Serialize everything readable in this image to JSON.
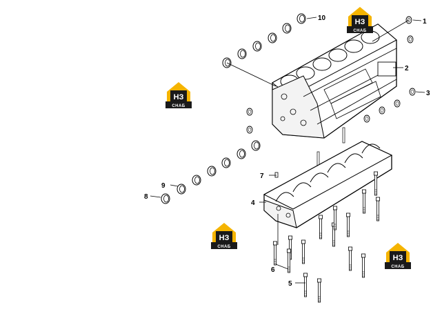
{
  "diagram": {
    "callouts": [
      {
        "id": "1",
        "label": "1"
      },
      {
        "id": "2",
        "label": "2"
      },
      {
        "id": "3",
        "label": "3"
      },
      {
        "id": "4",
        "label": "4"
      },
      {
        "id": "5",
        "label": "5"
      },
      {
        "id": "6",
        "label": "6"
      },
      {
        "id": "7",
        "label": "7"
      },
      {
        "id": "8",
        "label": "8"
      },
      {
        "id": "9",
        "label": "9"
      },
      {
        "id": "10",
        "label": "10"
      }
    ]
  },
  "watermark": {
    "brand_mark": "НЗ",
    "brand_sub": "СНАБ",
    "accent_color": "#f5b400",
    "dark_color": "#1a1a1a"
  }
}
